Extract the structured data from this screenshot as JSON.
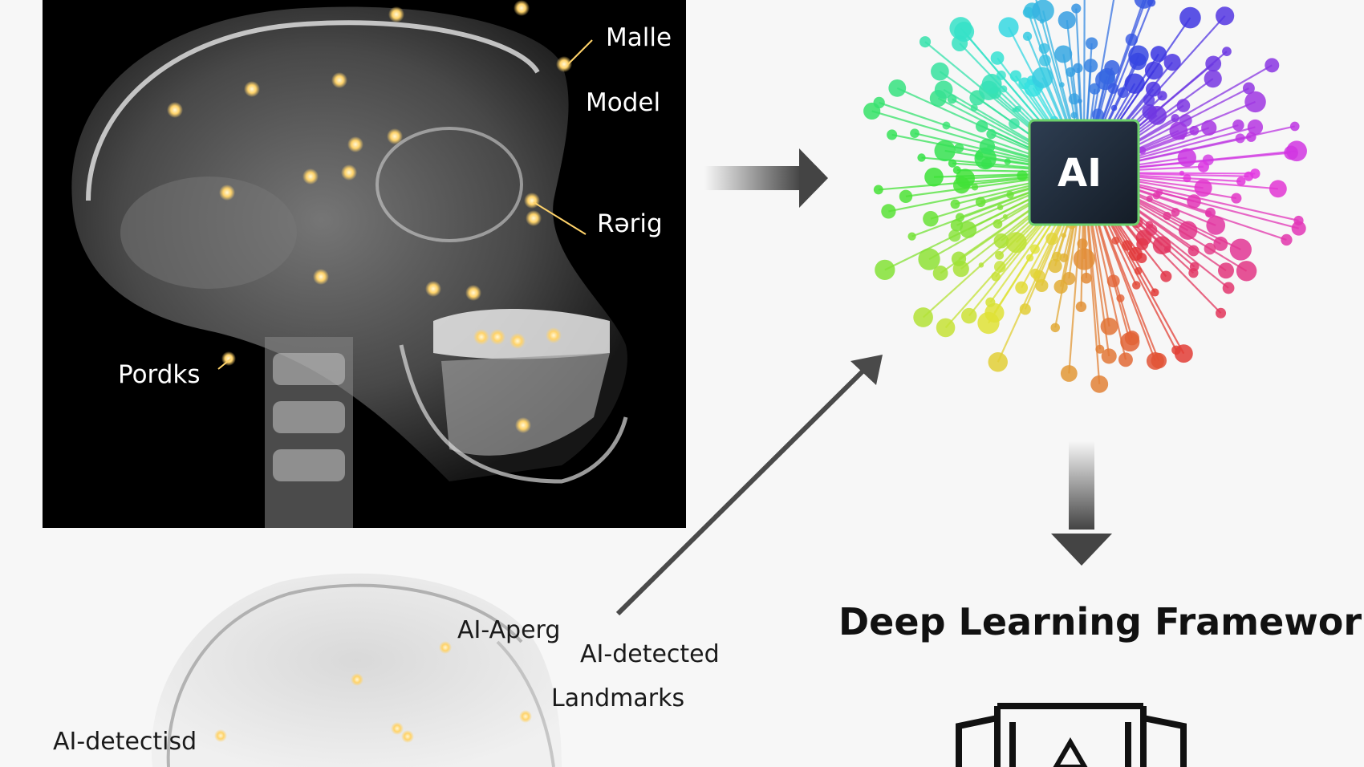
{
  "labels": {
    "malle": "Malle",
    "model": "Model",
    "rarig": "Rərig",
    "pordks": "Pordks",
    "ai_aperg": "AI-Aperg",
    "ai_detected_1": "AI-detected",
    "landmarks": "Landmarks",
    "ai_detected_2": "AI-detectisd"
  },
  "ai_chip": {
    "label": "AI"
  },
  "framework_title": "Deep Learning Framework",
  "colors": {
    "xray_bg": "#000000",
    "page_bg": "#f7f7f7",
    "landmark": "#ffd36a",
    "arrow": "#4a4a4a",
    "chip": "#1f2d3a"
  },
  "icons": {
    "trophy": "trophy-icon"
  }
}
